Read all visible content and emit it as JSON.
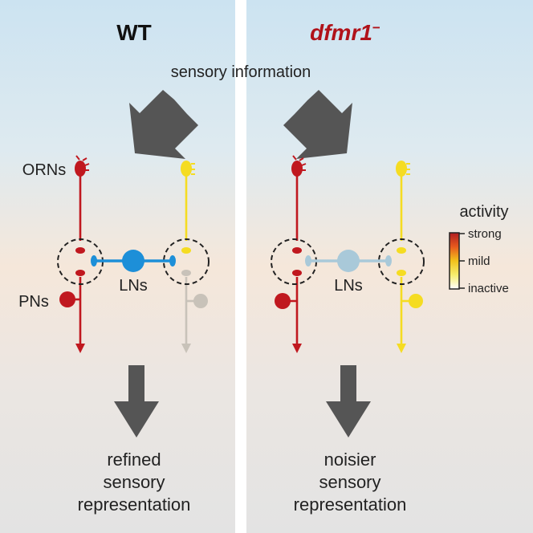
{
  "panels": {
    "wt": {
      "title": "WT",
      "output_lines": [
        "refined",
        "sensory",
        "representation"
      ]
    },
    "mutant": {
      "title": "dfmr1",
      "title_superscript": "−",
      "output_lines": [
        "noisier",
        "sensory",
        "representation"
      ]
    }
  },
  "input_label": "sensory information",
  "labels": {
    "orns": "ORNs",
    "pns": "PNs",
    "lns_wt": "LNs",
    "lns_mutant": "LNs"
  },
  "legend": {
    "title": "activity",
    "levels": [
      "strong",
      "mild",
      "inactive"
    ],
    "gradient": [
      "#b01e22",
      "#e65a1e",
      "#f2c21b",
      "#f6ee6e",
      "#ffffff"
    ]
  },
  "colors": {
    "strong_activity": "#c0181f",
    "mild_activity": "#f5dc22",
    "inactive": "#c8c2b9",
    "ln_active": "#1d8fd8",
    "ln_weak": "#a9c9d9",
    "arrow": "#555555",
    "mutant_title": "#b0121a",
    "panel_top": "#cce3f1",
    "panel_middle": "#f5e7da",
    "panel_bottom": "#e3e3e3"
  },
  "icons": [
    "ligand-head-icon",
    "arrowhead-icon",
    "dashed-circle-icon",
    "flow-arrow-icon"
  ]
}
